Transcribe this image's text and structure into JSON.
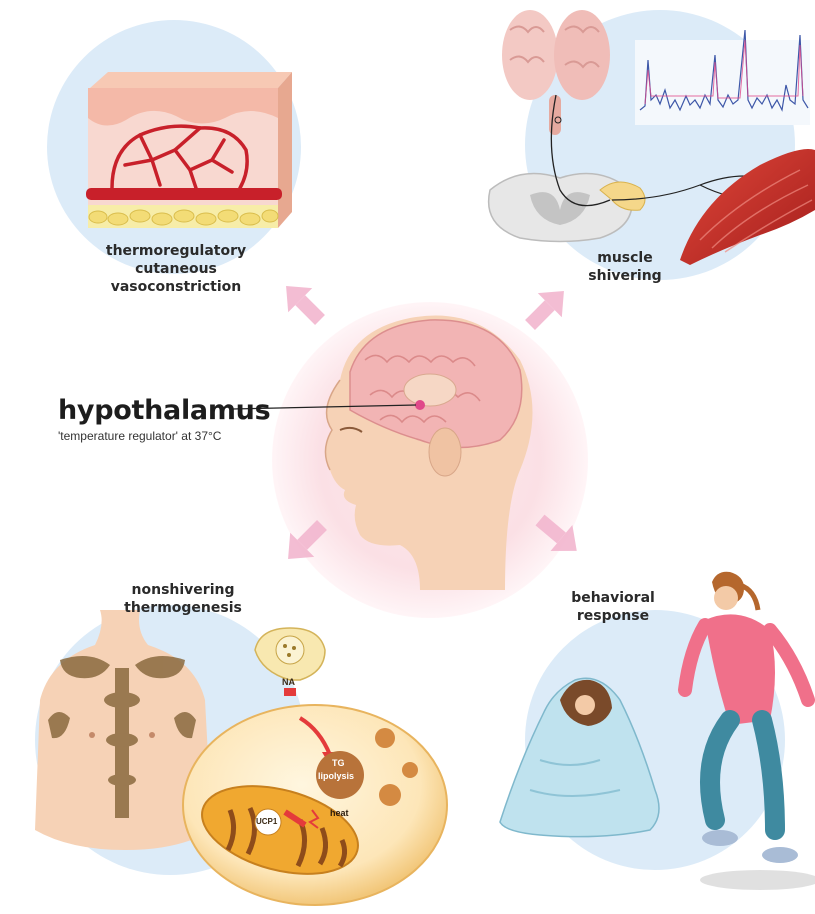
{
  "center": {
    "title": "hypothalamus",
    "subtitle": "'temperature regulator' at 37°C"
  },
  "panels": {
    "vasoconstriction": {
      "lines": [
        "thermoregulatory",
        "cutaneous",
        "vasoconstriction"
      ]
    },
    "shivering": {
      "lines": [
        "muscle",
        "shivering"
      ]
    },
    "nonshivering": {
      "lines": [
        "nonshivering",
        "thermogenesis"
      ]
    },
    "behavioral": {
      "lines": [
        "behavioral",
        "response"
      ]
    }
  },
  "cell_labels": {
    "na": "NA",
    "tg": "TG",
    "lipolysis": "lipolysis",
    "ucp1": "UCP1",
    "heat": "heat"
  },
  "colors": {
    "circle_fill": "#dcebf8",
    "center_glow": "#fbe3e6",
    "arrow": "#f2b6cf",
    "vessel_red": "#c8202a",
    "brain_pink": "#f0b9b9",
    "fat_brown": "#8a6a3f",
    "cell_orange": "#f0a830",
    "skin": "#f6d2b6"
  },
  "icons": [
    "skin-cross-section-icon",
    "brain-spinal-cord-icon",
    "muscle-icon",
    "emg-trace-icon",
    "head-brain-icon",
    "torso-brown-fat-icon",
    "adipocyte-icon",
    "mitochondrion-icon",
    "blanket-person-icon",
    "runner-icon"
  ]
}
